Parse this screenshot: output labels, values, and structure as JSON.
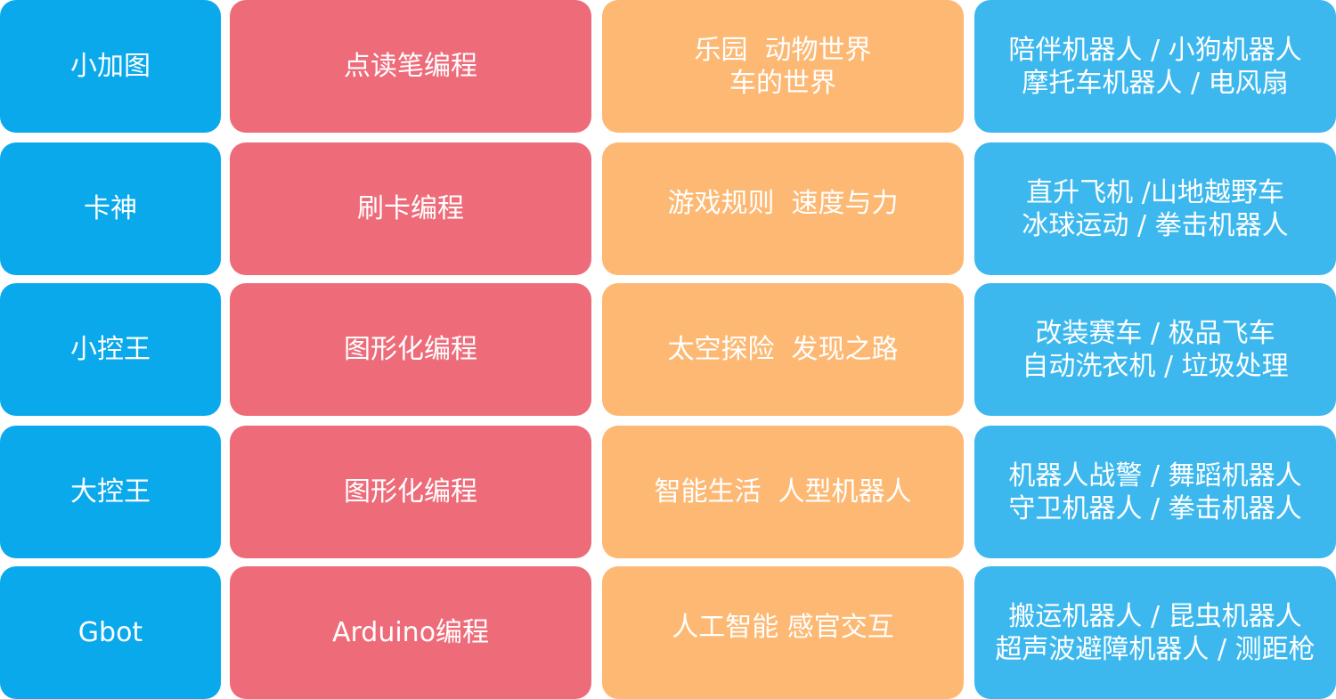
{
  "colors": {
    "col1": "#0aa9ec",
    "col2": "#ee6b7a",
    "col3": "#fdb974",
    "col4": "#3db8ee",
    "text": "#ffffff"
  },
  "rows": [
    {
      "product": "小加图",
      "method": "点读笔编程",
      "themes": [
        "乐园  动物世界",
        "车的世界"
      ],
      "projects": [
        "陪伴机器人 / 小狗机器人",
        "摩托车机器人 / 电风扇"
      ]
    },
    {
      "product": "卡神",
      "method": "刷卡编程",
      "themes": [
        "游戏规则  速度与力"
      ],
      "projects": [
        "直升飞机 /山地越野车",
        "冰球运动 / 拳击机器人"
      ]
    },
    {
      "product": "小控王",
      "method": "图形化编程",
      "themes": [
        "太空探险  发现之路"
      ],
      "projects": [
        "改装赛车 / 极品飞车",
        "自动洗衣机 / 垃圾处理"
      ]
    },
    {
      "product": "大控王",
      "method": "图形化编程",
      "themes": [
        "智能生活  人型机器人"
      ],
      "projects": [
        "机器人战警 / 舞蹈机器人",
        "守卫机器人 / 拳击机器人"
      ]
    },
    {
      "product": "Gbot",
      "method": "Arduino编程",
      "themes": [
        "人工智能 感官交互"
      ],
      "projects": [
        "搬运机器人 / 昆虫机器人",
        "超声波避障机器人 / 测距枪"
      ]
    }
  ]
}
